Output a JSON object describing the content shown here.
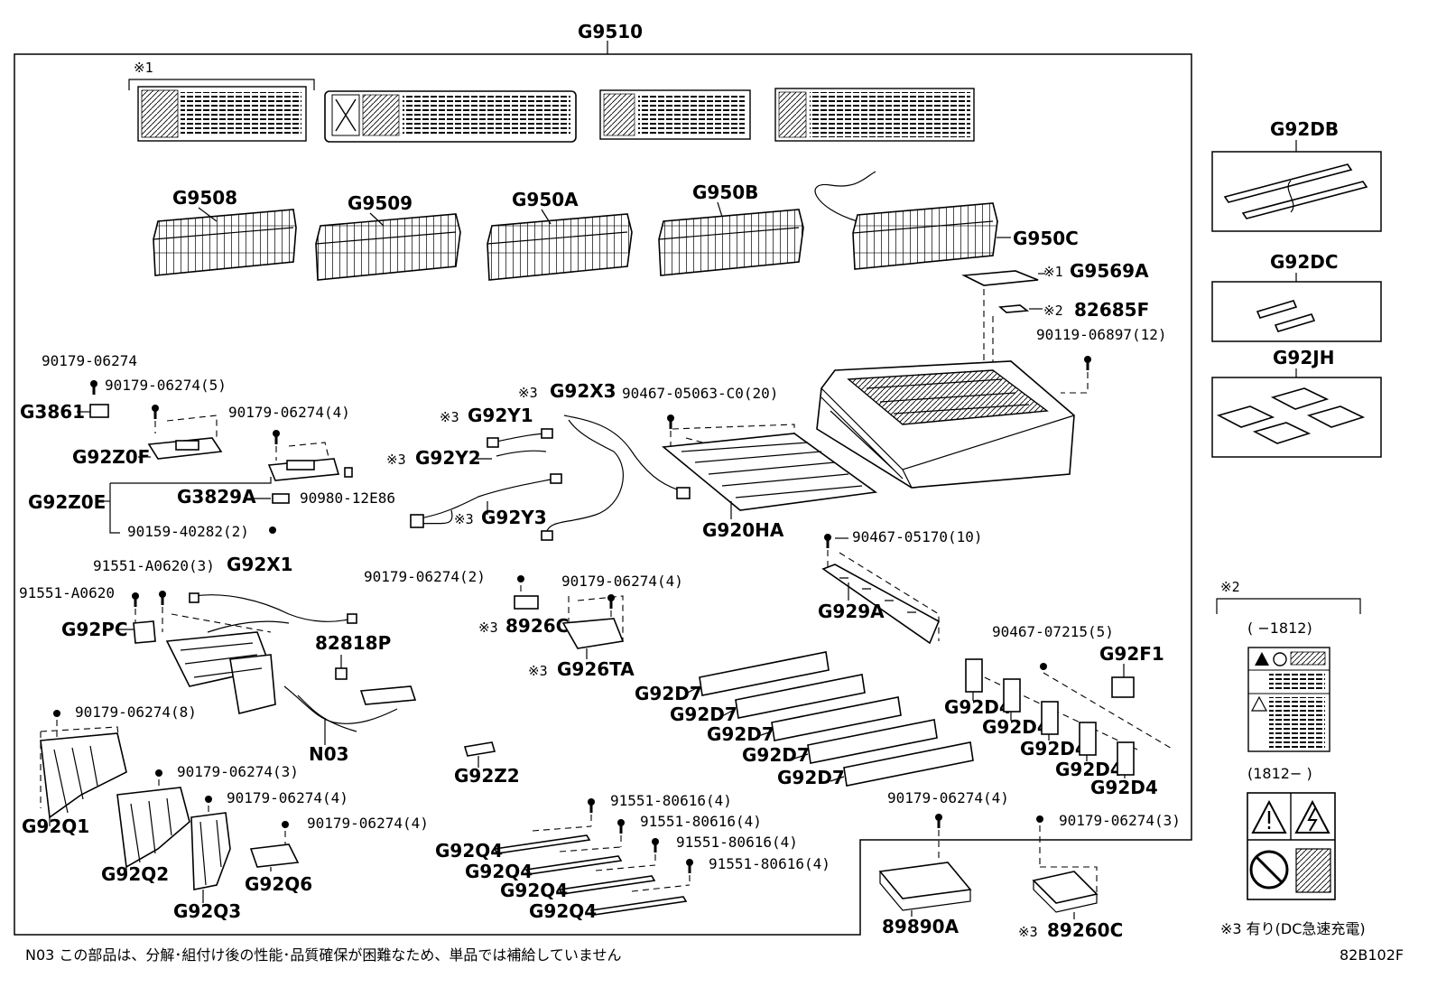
{
  "assembly": "G9510",
  "notes": {
    "mark1": "※1",
    "mark2": "※2",
    "mark3": "※3",
    "date_before": "( −1812)",
    "date_after": "(1812− )",
    "footnote_3": "※3 有り(DC急速充電)",
    "footer": "N03 この部品は、分解･組付け後の性能･品質確保が困難なため、単品では補給していません",
    "code": "82B102F"
  },
  "labels": {
    "g9508": "G9508",
    "g9509": "G9509",
    "g950a": "G950A",
    "g950b": "G950B",
    "g950c": "G950C",
    "g9569a": "G9569A",
    "m82685f": "82685F",
    "p90119_06897": "90119-06897(12)",
    "p90467_05063": "90467-05063-C0(20)",
    "g92x3": "G92X3",
    "g92y1": "G92Y1",
    "g92y2": "G92Y2",
    "g92y3": "G92Y3",
    "g920ha": "G920HA",
    "p90179_06274": "90179-06274",
    "p90179_06274_5": "90179-06274(5)",
    "p90179_06274_4": "90179-06274(4)",
    "p90179_06274_2": "90179-06274(2)",
    "p90179_06274_8": "90179-06274(8)",
    "p90179_06274_3": "90179-06274(3)",
    "g3861": "G3861",
    "g92z0f": "G92Z0F",
    "g92z0e": "G92Z0E",
    "g3829a": "G3829A",
    "p90980_12e86": "90980-12E86",
    "p90159_40282": "90159-40282(2)",
    "p91551_a0620_3": "91551-A0620(3)",
    "p91551_a0620": "91551-A0620",
    "g92x1": "G92X1",
    "g92pc": "G92PC",
    "m82818p": "82818P",
    "n03": "N03",
    "m8926c": "8926C",
    "g926ta": "G926TA",
    "p90467_05170": "90467-05170(10)",
    "g929a": "G929A",
    "p90467_07215": "90467-07215(5)",
    "g92f1": "G92F1",
    "g92d7": "G92D7",
    "g92d4": "G92D4",
    "g92q1": "G92Q1",
    "g92q2": "G92Q2",
    "g92q3": "G92Q3",
    "g92q6": "G92Q6",
    "g92z2": "G92Z2",
    "p91551_80616": "91551-80616(4)",
    "g92q4": "G92Q4",
    "m89890a": "89890A",
    "m89260c": "89260C",
    "g92db": "G92DB",
    "g92dc": "G92DC",
    "g92jh": "G92JH"
  }
}
